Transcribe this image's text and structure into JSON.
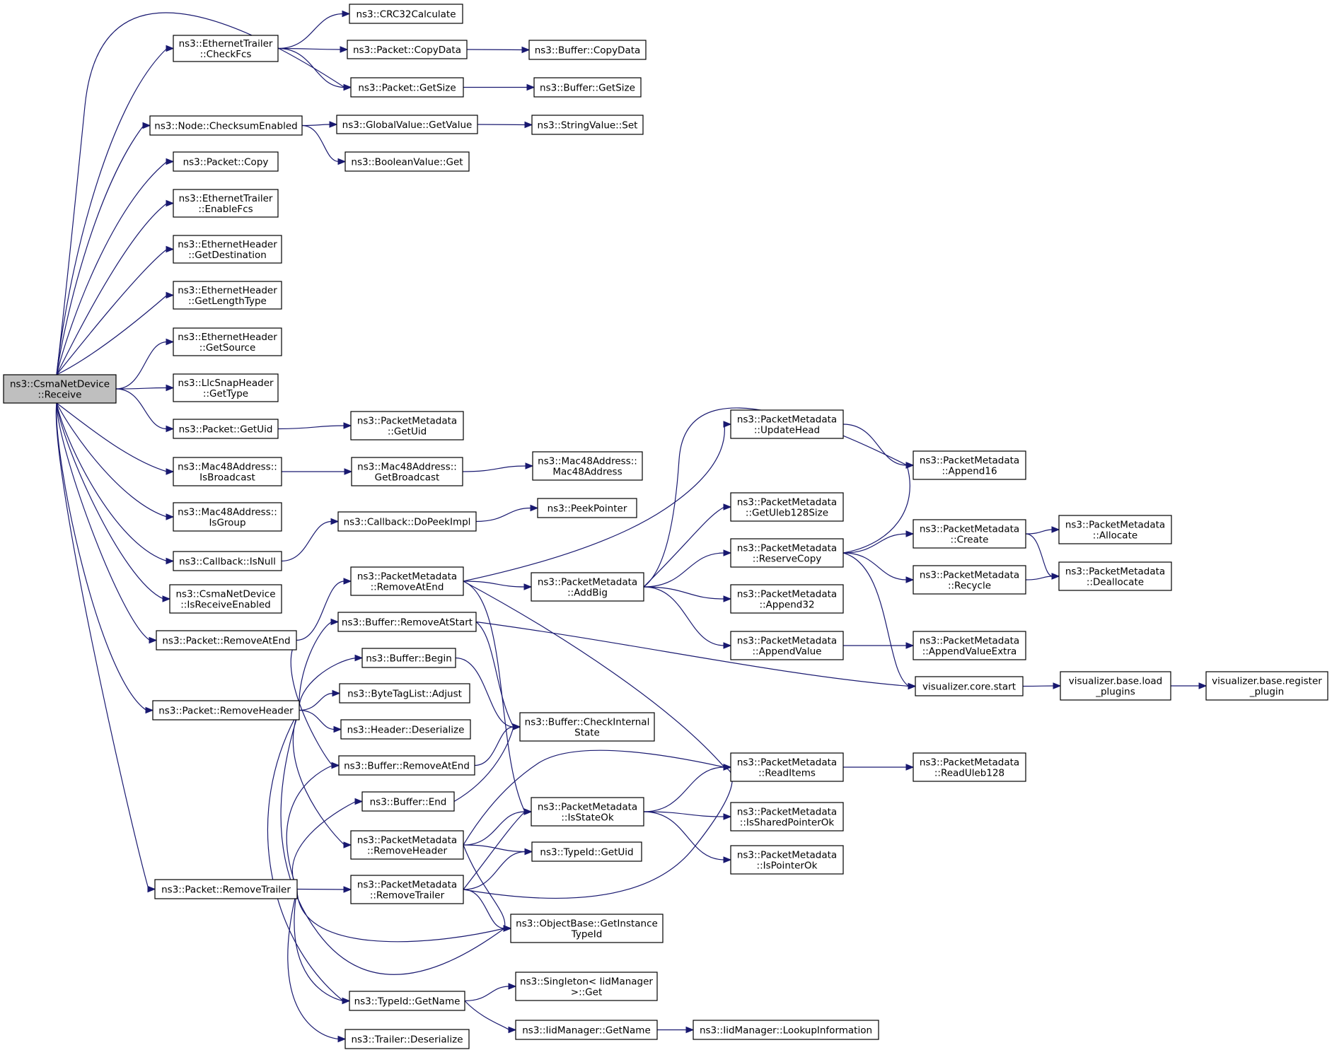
{
  "nodes": [
    {
      "id": "root",
      "lines": [
        "ns3::CsmaNetDevice",
        "::Receive"
      ],
      "root": true
    },
    {
      "id": "ethtrailer_checkfcs",
      "lines": [
        "ns3::EthernetTrailer",
        "::CheckFcs"
      ]
    },
    {
      "id": "crc32",
      "lines": [
        "ns3::CRC32Calculate"
      ]
    },
    {
      "id": "packet_copydata",
      "lines": [
        "ns3::Packet::CopyData"
      ]
    },
    {
      "id": "buffer_copydata",
      "lines": [
        "ns3::Buffer::CopyData"
      ]
    },
    {
      "id": "packet_getsize",
      "lines": [
        "ns3::Packet::GetSize"
      ]
    },
    {
      "id": "buffer_getsize",
      "lines": [
        "ns3::Buffer::GetSize"
      ]
    },
    {
      "id": "node_checksum",
      "lines": [
        "ns3::Node::ChecksumEnabled"
      ]
    },
    {
      "id": "globalvalue_getvalue",
      "lines": [
        "ns3::GlobalValue::GetValue"
      ]
    },
    {
      "id": "stringvalue_set",
      "lines": [
        "ns3::StringValue::Set"
      ]
    },
    {
      "id": "booleanvalue_get",
      "lines": [
        "ns3::BooleanValue::Get"
      ]
    },
    {
      "id": "packet_copy",
      "lines": [
        "ns3::Packet::Copy"
      ]
    },
    {
      "id": "ethtrailer_enablefcs",
      "lines": [
        "ns3::EthernetTrailer",
        "::EnableFcs"
      ]
    },
    {
      "id": "ethheader_getdest",
      "lines": [
        "ns3::EthernetHeader",
        "::GetDestination"
      ]
    },
    {
      "id": "ethheader_getlengthtype",
      "lines": [
        "ns3::EthernetHeader",
        "::GetLengthType"
      ]
    },
    {
      "id": "ethheader_getsource",
      "lines": [
        "ns3::EthernetHeader",
        "::GetSource"
      ]
    },
    {
      "id": "llcsnap_gettype",
      "lines": [
        "ns3::LlcSnapHeader",
        "::GetType"
      ]
    },
    {
      "id": "packet_getuid",
      "lines": [
        "ns3::Packet::GetUid"
      ]
    },
    {
      "id": "pm_getuid",
      "lines": [
        "ns3::PacketMetadata",
        "::GetUid"
      ]
    },
    {
      "id": "mac48_isbroadcast",
      "lines": [
        "ns3::Mac48Address::",
        "IsBroadcast"
      ]
    },
    {
      "id": "mac48_getbroadcast",
      "lines": [
        "ns3::Mac48Address::",
        "GetBroadcast"
      ]
    },
    {
      "id": "mac48_ctor",
      "lines": [
        "ns3::Mac48Address::",
        "Mac48Address"
      ]
    },
    {
      "id": "mac48_isgroup",
      "lines": [
        "ns3::Mac48Address::",
        "IsGroup"
      ]
    },
    {
      "id": "callback_dopeekimpl",
      "lines": [
        "ns3::Callback::DoPeekImpl"
      ]
    },
    {
      "id": "peekpointer",
      "lines": [
        "ns3::PeekPointer"
      ]
    },
    {
      "id": "callback_isnull",
      "lines": [
        "ns3::Callback::IsNull"
      ]
    },
    {
      "id": "csma_isreceiveenabled",
      "lines": [
        "ns3::CsmaNetDevice",
        "::IsReceiveEnabled"
      ]
    },
    {
      "id": "packet_removeatend",
      "lines": [
        "ns3::Packet::RemoveAtEnd"
      ]
    },
    {
      "id": "pm_removeatend",
      "lines": [
        "ns3::PacketMetadata",
        "::RemoveAtEnd"
      ]
    },
    {
      "id": "pm_updatehead",
      "lines": [
        "ns3::PacketMetadata",
        "::UpdateHead"
      ]
    },
    {
      "id": "pm_append16",
      "lines": [
        "ns3::PacketMetadata",
        "::Append16"
      ]
    },
    {
      "id": "pm_getuleb128size",
      "lines": [
        "ns3::PacketMetadata",
        "::GetUleb128Size"
      ]
    },
    {
      "id": "pm_addbig",
      "lines": [
        "ns3::PacketMetadata",
        "::AddBig"
      ]
    },
    {
      "id": "pm_reservecopy",
      "lines": [
        "ns3::PacketMetadata",
        "::ReserveCopy"
      ]
    },
    {
      "id": "pm_create",
      "lines": [
        "ns3::PacketMetadata",
        "::Create"
      ]
    },
    {
      "id": "pm_allocate",
      "lines": [
        "ns3::PacketMetadata",
        "::Allocate"
      ]
    },
    {
      "id": "pm_recycle",
      "lines": [
        "ns3::PacketMetadata",
        "::Recycle"
      ]
    },
    {
      "id": "pm_deallocate",
      "lines": [
        "ns3::PacketMetadata",
        "::Deallocate"
      ]
    },
    {
      "id": "pm_append32",
      "lines": [
        "ns3::PacketMetadata",
        "::Append32"
      ]
    },
    {
      "id": "pm_appendvalue",
      "lines": [
        "ns3::PacketMetadata",
        "::AppendValue"
      ]
    },
    {
      "id": "pm_appendvalueextra",
      "lines": [
        "ns3::PacketMetadata",
        "::AppendValueExtra"
      ]
    },
    {
      "id": "buffer_removeatstart",
      "lines": [
        "ns3::Buffer::RemoveAtStart"
      ]
    },
    {
      "id": "vis_core_start",
      "lines": [
        "visualizer.core.start"
      ]
    },
    {
      "id": "vis_load_plugins",
      "lines": [
        "visualizer.base.load",
        "_plugins"
      ]
    },
    {
      "id": "vis_register_plugin",
      "lines": [
        "visualizer.base.register",
        "_plugin"
      ]
    },
    {
      "id": "buffer_begin",
      "lines": [
        "ns3::Buffer::Begin"
      ]
    },
    {
      "id": "packet_removeheader",
      "lines": [
        "ns3::Packet::RemoveHeader"
      ]
    },
    {
      "id": "bytetaglist_adjust",
      "lines": [
        "ns3::ByteTagList::Adjust"
      ]
    },
    {
      "id": "header_deserialize",
      "lines": [
        "ns3::Header::Deserialize"
      ]
    },
    {
      "id": "buffer_checkinternalstate",
      "lines": [
        "ns3::Buffer::CheckInternal",
        "State"
      ]
    },
    {
      "id": "buffer_removeatend",
      "lines": [
        "ns3::Buffer::RemoveAtEnd"
      ]
    },
    {
      "id": "pm_readitems",
      "lines": [
        "ns3::PacketMetadata",
        "::ReadItems"
      ]
    },
    {
      "id": "pm_readuleb128",
      "lines": [
        "ns3::PacketMetadata",
        "::ReadUleb128"
      ]
    },
    {
      "id": "buffer_end",
      "lines": [
        "ns3::Buffer::End"
      ]
    },
    {
      "id": "pm_isstateok",
      "lines": [
        "ns3::PacketMetadata",
        "::IsStateOk"
      ]
    },
    {
      "id": "pm_issharedpointerok",
      "lines": [
        "ns3::PacketMetadata",
        "::IsSharedPointerOk"
      ]
    },
    {
      "id": "pm_removeheader",
      "lines": [
        "ns3::PacketMetadata",
        "::RemoveHeader"
      ]
    },
    {
      "id": "typeid_getuid",
      "lines": [
        "ns3::TypeId::GetUid"
      ]
    },
    {
      "id": "pm_ispointerok",
      "lines": [
        "ns3::PacketMetadata",
        "::IsPointerOk"
      ]
    },
    {
      "id": "packet_removetrailer",
      "lines": [
        "ns3::Packet::RemoveTrailer"
      ]
    },
    {
      "id": "pm_removetrailer",
      "lines": [
        "ns3::PacketMetadata",
        "::RemoveTrailer"
      ]
    },
    {
      "id": "objectbase_getinstancetypeid",
      "lines": [
        "ns3::ObjectBase::GetInstance",
        "TypeId"
      ]
    },
    {
      "id": "singleton_get",
      "lines": [
        "ns3::Singleton< IidManager",
        "  >::Get"
      ]
    },
    {
      "id": "typeid_getname",
      "lines": [
        "ns3::TypeId::GetName"
      ]
    },
    {
      "id": "iidmanager_getname",
      "lines": [
        "ns3::IidManager::GetName"
      ]
    },
    {
      "id": "iidmanager_lookup",
      "lines": [
        "ns3::IidManager::LookupInformation"
      ]
    },
    {
      "id": "trailer_deserialize",
      "lines": [
        "ns3::Trailer::Deserialize"
      ]
    }
  ],
  "edges": [
    [
      "root",
      "ethtrailer_checkfcs"
    ],
    [
      "root",
      "packet_getsize"
    ],
    [
      "root",
      "node_checksum"
    ],
    [
      "root",
      "packet_copy"
    ],
    [
      "root",
      "ethtrailer_enablefcs"
    ],
    [
      "root",
      "ethheader_getdest"
    ],
    [
      "root",
      "ethheader_getlengthtype"
    ],
    [
      "root",
      "ethheader_getsource"
    ],
    [
      "root",
      "llcsnap_gettype"
    ],
    [
      "root",
      "packet_getuid"
    ],
    [
      "root",
      "mac48_isbroadcast"
    ],
    [
      "root",
      "mac48_isgroup"
    ],
    [
      "root",
      "callback_isnull"
    ],
    [
      "root",
      "csma_isreceiveenabled"
    ],
    [
      "root",
      "packet_removeatend"
    ],
    [
      "root",
      "packet_removeheader"
    ],
    [
      "root",
      "packet_removetrailer"
    ],
    [
      "ethtrailer_checkfcs",
      "crc32"
    ],
    [
      "ethtrailer_checkfcs",
      "packet_copydata"
    ],
    [
      "ethtrailer_checkfcs",
      "packet_getsize"
    ],
    [
      "packet_copydata",
      "buffer_copydata"
    ],
    [
      "packet_getsize",
      "buffer_getsize"
    ],
    [
      "node_checksum",
      "globalvalue_getvalue"
    ],
    [
      "node_checksum",
      "booleanvalue_get"
    ],
    [
      "globalvalue_getvalue",
      "stringvalue_set"
    ],
    [
      "packet_getuid",
      "pm_getuid"
    ],
    [
      "mac48_isbroadcast",
      "mac48_getbroadcast"
    ],
    [
      "mac48_getbroadcast",
      "mac48_ctor"
    ],
    [
      "callback_isnull",
      "callback_dopeekimpl"
    ],
    [
      "callback_dopeekimpl",
      "peekpointer"
    ],
    [
      "packet_removeatend",
      "pm_removeatend"
    ],
    [
      "packet_removeatend",
      "buffer_removeatend"
    ],
    [
      "pm_removeatend",
      "pm_updatehead"
    ],
    [
      "pm_removeatend",
      "pm_addbig"
    ],
    [
      "pm_removeatend",
      "pm_isstateok"
    ],
    [
      "pm_removeatend",
      "pm_readitems"
    ],
    [
      "pm_updatehead",
      "pm_append16"
    ],
    [
      "pm_addbig",
      "pm_append16"
    ],
    [
      "pm_addbig",
      "pm_getuleb128size"
    ],
    [
      "pm_addbig",
      "pm_reservecopy"
    ],
    [
      "pm_addbig",
      "pm_append32"
    ],
    [
      "pm_addbig",
      "pm_appendvalue"
    ],
    [
      "pm_reservecopy",
      "pm_append16"
    ],
    [
      "pm_reservecopy",
      "pm_create"
    ],
    [
      "pm_reservecopy",
      "pm_recycle"
    ],
    [
      "pm_reservecopy",
      "vis_core_start"
    ],
    [
      "pm_create",
      "pm_allocate"
    ],
    [
      "pm_create",
      "pm_deallocate"
    ],
    [
      "pm_recycle",
      "pm_deallocate"
    ],
    [
      "pm_appendvalue",
      "pm_appendvalueextra"
    ],
    [
      "vis_core_start",
      "vis_load_plugins"
    ],
    [
      "vis_load_plugins",
      "vis_register_plugin"
    ],
    [
      "packet_removeheader",
      "buffer_removeatstart"
    ],
    [
      "packet_removeheader",
      "buffer_begin"
    ],
    [
      "packet_removeheader",
      "bytetaglist_adjust"
    ],
    [
      "packet_removeheader",
      "header_deserialize"
    ],
    [
      "packet_removeheader",
      "pm_removeheader"
    ],
    [
      "packet_removeheader",
      "objectbase_getinstancetypeid"
    ],
    [
      "packet_removeheader",
      "typeid_getname"
    ],
    [
      "buffer_removeatstart",
      "buffer_checkinternalstate"
    ],
    [
      "buffer_removeatstart",
      "vis_core_start"
    ],
    [
      "buffer_begin",
      "buffer_checkinternalstate"
    ],
    [
      "buffer_removeatend",
      "buffer_checkinternalstate"
    ],
    [
      "buffer_end",
      "buffer_checkinternalstate"
    ],
    [
      "pm_readitems",
      "pm_readuleb128"
    ],
    [
      "pm_isstateok",
      "pm_readitems"
    ],
    [
      "pm_isstateok",
      "pm_issharedpointerok"
    ],
    [
      "pm_isstateok",
      "pm_ispointerok"
    ],
    [
      "pm_removeheader",
      "pm_readitems"
    ],
    [
      "pm_removeheader",
      "pm_isstateok"
    ],
    [
      "pm_removeheader",
      "typeid_getuid"
    ],
    [
      "pm_removeheader",
      "objectbase_getinstancetypeid"
    ],
    [
      "packet_removetrailer",
      "buffer_removeatend"
    ],
    [
      "packet_removetrailer",
      "buffer_end"
    ],
    [
      "packet_removetrailer",
      "pm_removetrailer"
    ],
    [
      "packet_removetrailer",
      "objectbase_getinstancetypeid"
    ],
    [
      "packet_removetrailer",
      "typeid_getname"
    ],
    [
      "packet_removetrailer",
      "trailer_deserialize"
    ],
    [
      "pm_removetrailer",
      "pm_isstateok"
    ],
    [
      "pm_removetrailer",
      "typeid_getuid"
    ],
    [
      "pm_removetrailer",
      "objectbase_getinstancetypeid"
    ],
    [
      "pm_removetrailer",
      "pm_readitems"
    ],
    [
      "typeid_getname",
      "singleton_get"
    ],
    [
      "typeid_getname",
      "iidmanager_getname"
    ],
    [
      "iidmanager_getname",
      "iidmanager_lookup"
    ]
  ]
}
